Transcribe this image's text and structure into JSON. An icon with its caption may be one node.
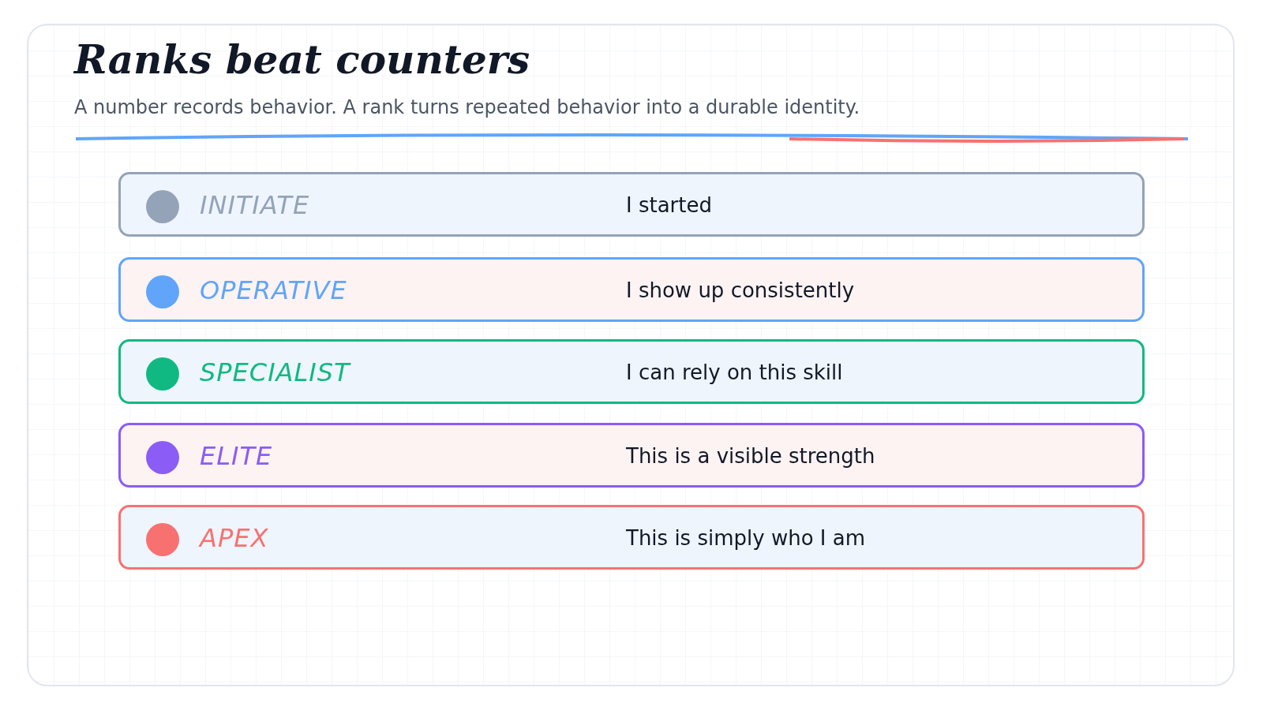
{
  "diagram": {
    "title": "Ranks beat counters",
    "caption": "A number records behavior. A rank turns repeated behavior into a durable identity.",
    "nodes": [
      {
        "text": [
          "INITIATE",
          "I started"
        ]
      },
      {
        "text": [
          "OPERATIVE",
          "I show up consistently"
        ]
      },
      {
        "text": [
          "SPECIALIST",
          "I can rely on this skill"
        ]
      },
      {
        "text": [
          "ELITE",
          "This is a visible strength"
        ]
      },
      {
        "text": [
          "APEX",
          "This is simply who I am"
        ]
      }
    ]
  }
}
